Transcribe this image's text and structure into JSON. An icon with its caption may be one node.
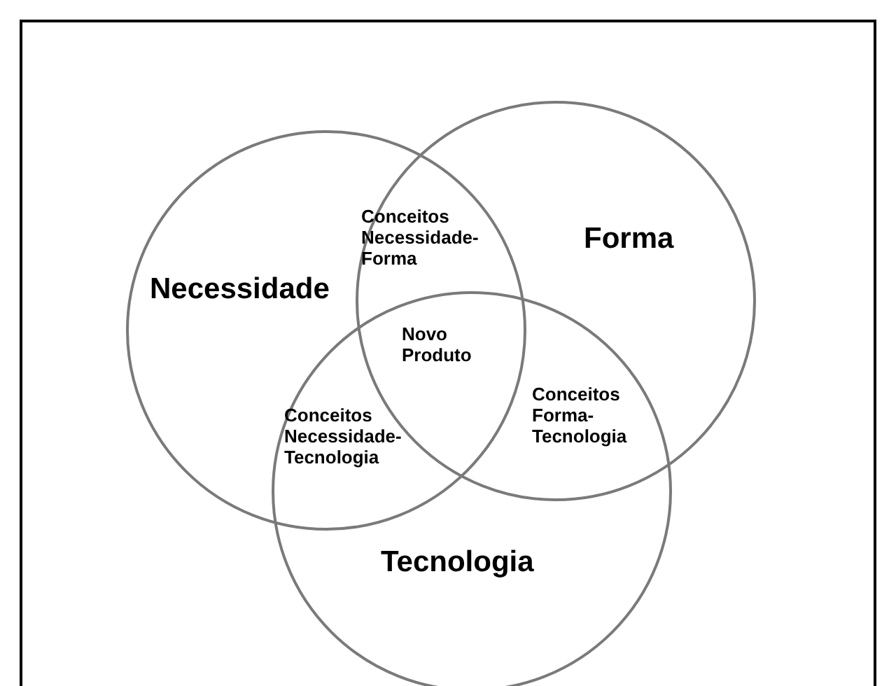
{
  "diagram": {
    "nodes": [
      {
        "text": [
          "Necessidade"
        ]
      },
      {
        "text": [
          "Forma"
        ]
      },
      {
        "text": [
          "Tecnologia"
        ]
      }
    ],
    "labels": [
      "Conceitos Necessidade-Forma",
      "Novo Produto",
      "Conceitos Forma-Tecnologia",
      "Conceitos Necessidade-Tecnologia"
    ]
  }
}
